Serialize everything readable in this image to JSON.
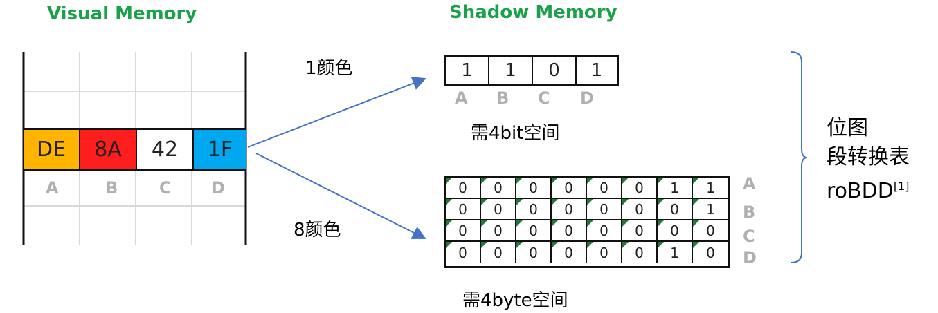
{
  "visual_memory": {
    "title": "Visual Memory",
    "cells": [
      {
        "value": "DE",
        "color": "#ffb400"
      },
      {
        "value": "8A",
        "color": "#ff1e1e"
      },
      {
        "value": "42",
        "color": "#ffffff"
      },
      {
        "value": "1F",
        "color": "#00a8f0"
      }
    ],
    "columns": [
      "A",
      "B",
      "C",
      "D"
    ]
  },
  "shadow_memory": {
    "title": "Shadow Memory",
    "bit": {
      "arrow_label": "1颜色",
      "values": [
        "1",
        "1",
        "0",
        "1"
      ],
      "columns": [
        "A",
        "B",
        "C",
        "D"
      ],
      "caption": "需4bit空间"
    },
    "byte": {
      "arrow_label": "8颜色",
      "rows": [
        [
          "0",
          "0",
          "0",
          "0",
          "0",
          "0",
          "1",
          "1"
        ],
        [
          "0",
          "0",
          "0",
          "0",
          "0",
          "0",
          "0",
          "1"
        ],
        [
          "0",
          "0",
          "0",
          "0",
          "0",
          "0",
          "0",
          "0"
        ],
        [
          "0",
          "0",
          "0",
          "0",
          "0",
          "0",
          "1",
          "0"
        ]
      ],
      "row_labels": [
        "A",
        "B",
        "C",
        "D"
      ],
      "caption": "需4byte空间"
    }
  },
  "side_note": {
    "line1": "位图",
    "line2": "段转换表",
    "line3": "roBDD",
    "line3_sup": "[1]"
  },
  "colors": {
    "title": "#1aa14a",
    "arrow": "#4472c4",
    "bracket": "#4472c4",
    "label_gray": "#b0b0b0"
  }
}
